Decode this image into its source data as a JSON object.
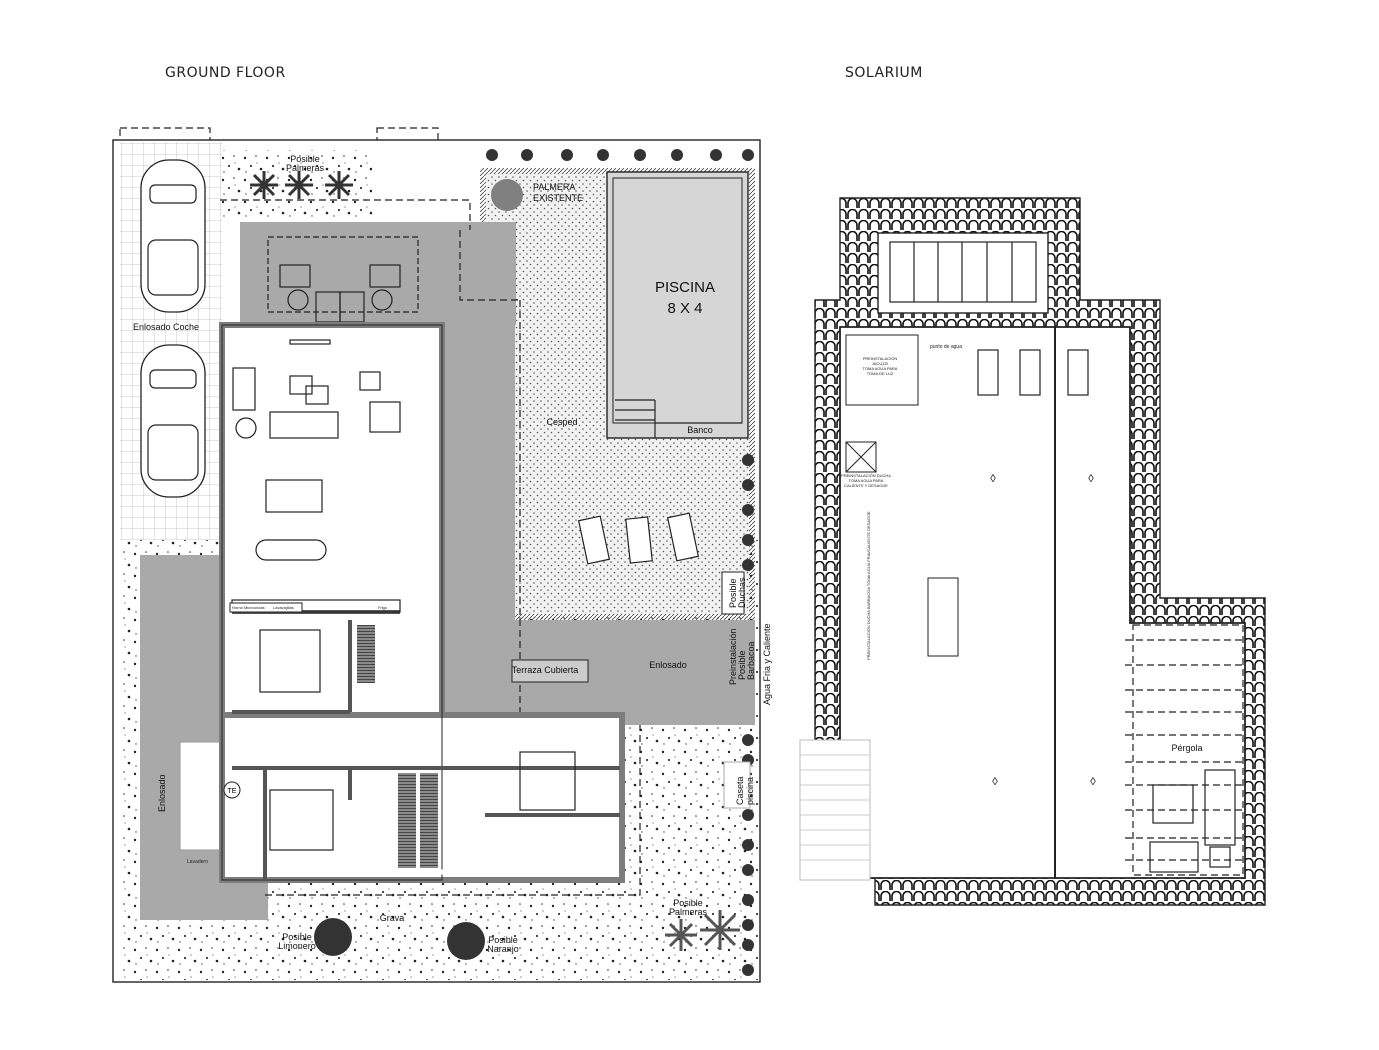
{
  "titles": {
    "ground_floor": "GROUND FLOOR",
    "solarium": "SOLARIUM"
  },
  "ground_floor": {
    "posible_palmeras_top": [
      "Posible",
      "Palmeras"
    ],
    "palmera_existente": [
      "PALMERA",
      "EXISTENTE"
    ],
    "pool": [
      "PISCINA",
      "8 X 4"
    ],
    "enlosado_coche": "Enlosado Coche",
    "cesped": "Cesped",
    "banco": "Banco",
    "posible_duchas": [
      "Posible",
      "Duchas"
    ],
    "terraza_cubierta": "Terraza Cubierta",
    "enlosado_right": "Enlosado",
    "barbacoa": [
      "Preinstalación",
      "Posible",
      "Barbacoa"
    ],
    "agua": "Agua Fria y Caliente",
    "caseta": [
      "Caseta",
      "piscina"
    ],
    "enlosado_left": "Enlosado",
    "te": "TE",
    "lavadero": "Lavadero",
    "grava": "Grava",
    "limonero": [
      "Posible",
      "Limonero"
    ],
    "naranjo": [
      "Posible",
      "Naranjo"
    ],
    "posible_palmeras_bottom": [
      "Posible",
      "Palmeras"
    ],
    "kitchen": {
      "horno": "Horno Microondas",
      "lavavajillas": "Lavavajillas",
      "frigo": "Frigo"
    }
  },
  "solarium": {
    "punto_agua": "punto de agua",
    "jacuzzi": [
      "PREINSTALACIÓN",
      "JACUZZI",
      "TOMA AGUA PARA",
      "TOMA DE LUZ"
    ],
    "ducha": [
      "PREINSTALACIÓN DUCHA",
      "TOMA AGUA PARA",
      "CALIENTE Y DESAGÜE"
    ],
    "barbacoa_vertical": "PREINSTALACIÓN DUCHA BARBACOA TOMA AGUA FRIA/CALIENTE DESAGÜE",
    "pergola": "Pérgola"
  },
  "colors": {
    "paving": "#a9a9a9",
    "wall": "#7d7d7d",
    "line": "#222222"
  }
}
